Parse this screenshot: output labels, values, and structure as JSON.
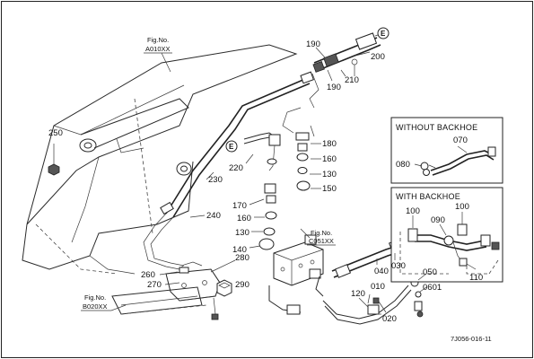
{
  "figure_refs": [
    {
      "line1": "Fig.No.",
      "line2": "A010XX"
    },
    {
      "line1": "Fig.No.",
      "line2": "C051XX"
    },
    {
      "line1": "Fig.No.",
      "line2": "B020XX"
    }
  ],
  "inset_boxes": {
    "without_backhoe": "WITHOUT BACKHOE",
    "with_backhoe": "WITH BACKHOE"
  },
  "connection_marker": "E",
  "part_numbers": {
    "p190a": "190",
    "p190b": "190",
    "p200": "200",
    "p210": "210",
    "p250": "250",
    "p180": "180",
    "p160a": "160",
    "p130a": "130",
    "p150": "150",
    "p220": "220",
    "p230": "230",
    "p170": "170",
    "p160b": "160",
    "p240": "240",
    "p130b": "130",
    "p140": "140",
    "p070": "070",
    "p080": "080",
    "p100a": "100",
    "p100b": "100",
    "p090": "090",
    "p110": "110",
    "p030": "030",
    "p040": "040",
    "p050": "050",
    "p0601": "0601",
    "p010": "010",
    "p020": "020",
    "p120": "120",
    "p280": "280",
    "p260": "260",
    "p270": "270",
    "p290": "290"
  },
  "drawing_code": "7J056-016-11"
}
